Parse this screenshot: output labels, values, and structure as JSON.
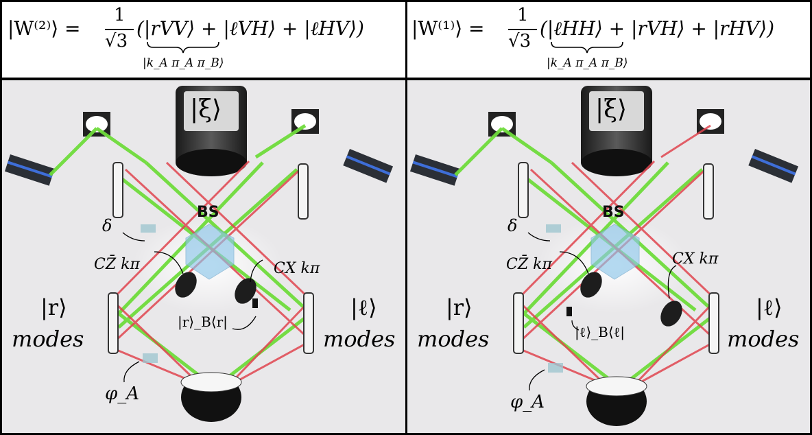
{
  "panels": [
    {
      "equation": {
        "lhs": "|W⁽²⁾⟩ =",
        "frac_num": "1",
        "frac_den": "√3",
        "rhs": "(|rVV⟩ + |ℓVH⟩ + |ℓHV⟩)",
        "brace_label": "|k_A π_A π_B⟩"
      },
      "labels": {
        "xi": "|ξ⟩",
        "bs": "BS",
        "delta": "δ",
        "cz": "CZ̄ kπ",
        "cx": "CX kπ",
        "r_ket": "|r⟩",
        "r_modes": "modes",
        "l_ket": "|ℓ⟩",
        "l_modes": "modes",
        "projector": "|r⟩_B⟨r|",
        "phi": "φ_A"
      }
    },
    {
      "equation": {
        "lhs": "|W⁽¹⁾⟩ =",
        "frac_num": "1",
        "frac_den": "√3",
        "rhs": "(|ℓHH⟩ + |rVH⟩ + |rHV⟩)",
        "brace_label": "|k_A π_A π_B⟩"
      },
      "labels": {
        "xi": "|ξ⟩",
        "bs": "BS",
        "delta": "δ",
        "cz": "CZ̄ kπ",
        "cx": "CX kπ",
        "r_ket": "|r⟩",
        "r_modes": "modes",
        "l_ket": "|ℓ⟩",
        "l_modes": "modes",
        "projector": "|ℓ⟩_B⟨ℓ|",
        "phi": "φ_A"
      }
    }
  ],
  "colors": {
    "green_beam": "#6fdc3c",
    "red_beam": "#e0454f",
    "bs_cube": "#8ec7ea",
    "background": "#e9e8ea"
  }
}
